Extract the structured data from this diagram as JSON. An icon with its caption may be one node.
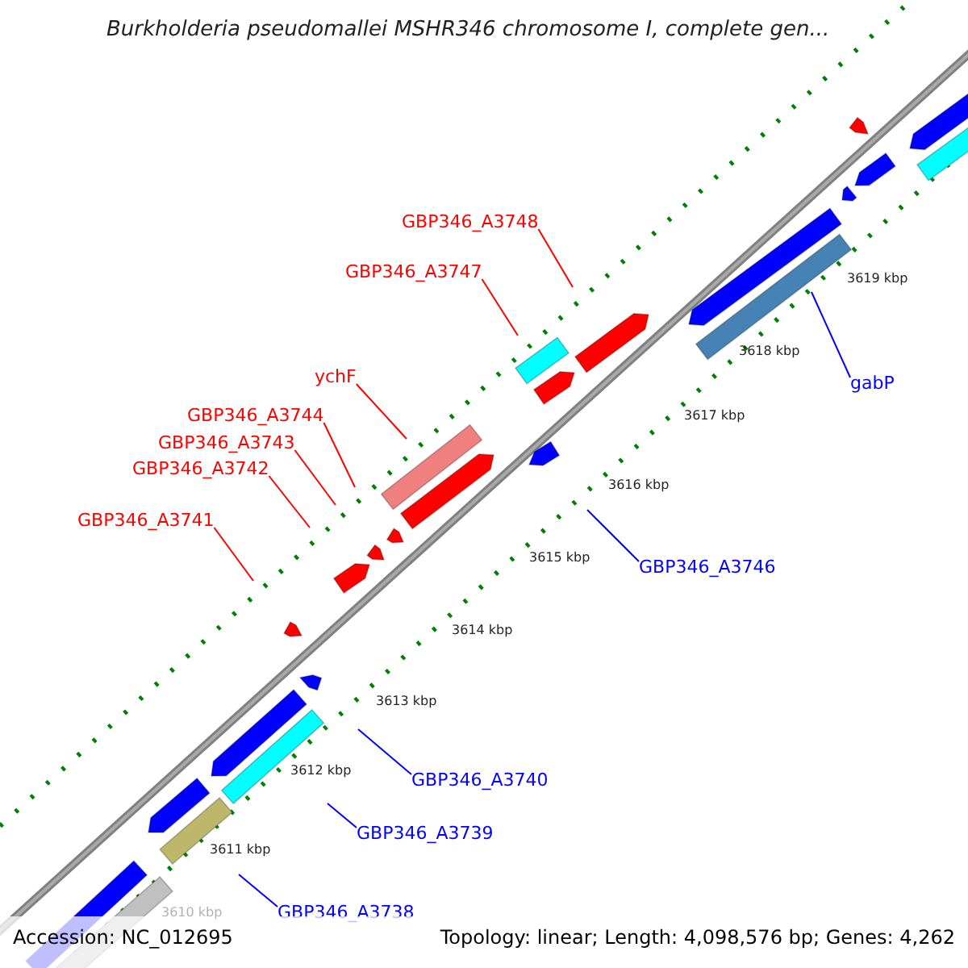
{
  "diagram": {
    "title": "Burkholderia pseudomallei MSHR346 chromosome I, complete gen...",
    "nodes": [
      {
        "text": [
          "GBP346_A3748"
        ]
      },
      {
        "text": [
          "GBP346_A3747"
        ]
      },
      {
        "text": [
          "ychF"
        ]
      },
      {
        "text": [
          "GBP346_A3744"
        ]
      },
      {
        "text": [
          "GBP346_A3743"
        ]
      },
      {
        "text": [
          "GBP346_A3742"
        ]
      },
      {
        "text": [
          "GBP346_A3741"
        ]
      },
      {
        "text": [
          "gabP"
        ]
      },
      {
        "text": [
          "GBP346_A3746"
        ]
      },
      {
        "text": [
          "GBP346_A3740"
        ]
      },
      {
        "text": [
          "GBP346_A3739"
        ]
      },
      {
        "text": [
          "GBP346_A3738"
        ]
      },
      {
        "text": [],
        "shape": "bar"
      }
    ],
    "edges": [
      {
        "from": 0,
        "to": null,
        "arrow": "none"
      },
      {
        "from": 1,
        "to": null,
        "arrow": "none"
      },
      {
        "from": 2,
        "to": null,
        "arrow": "none"
      },
      {
        "from": 3,
        "to": null,
        "arrow": "none"
      },
      {
        "from": 4,
        "to": null,
        "arrow": "none"
      },
      {
        "from": 5,
        "to": null,
        "arrow": "none"
      },
      {
        "from": 6,
        "to": null,
        "arrow": "none"
      },
      {
        "from": 7,
        "to": 12,
        "arrow": "none",
        "color": "#0000ff"
      },
      {
        "from": 8,
        "to": null,
        "arrow": "none",
        "color": "#0000ff"
      },
      {
        "from": 9,
        "to": null,
        "arrow": "none",
        "color": "#0000ff"
      },
      {
        "from": 10,
        "to": null,
        "arrow": "none",
        "color": "#0000ff"
      },
      {
        "from": 11,
        "to": null,
        "arrow": "none",
        "color": "#0000ff"
      }
    ],
    "labels": [
      "3619 kbp",
      "3618 kbp",
      "3617 kbp",
      "3616 kbp",
      "3615 kbp",
      "3614 kbp",
      "3613 kbp",
      "3612 kbp",
      "3611 kbp",
      "3610 kbp",
      "Accession: NC_012695",
      "Topology: linear; Length: 4,098,576 bp; Genes: 4,262"
    ]
  }
}
